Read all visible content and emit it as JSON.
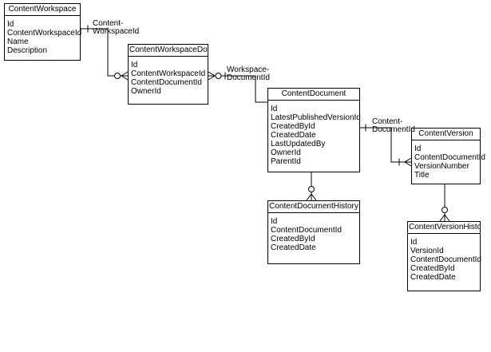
{
  "entities": [
    {
      "name": "ContentWorkspace",
      "fields": [
        "Id",
        "ContentWorkspaceId",
        "Name",
        "Description"
      ]
    },
    {
      "name": "ContentWorkspaceDoc",
      "fields": [
        "Id",
        "ContentWorkspaceId",
        "ContentDocumentId",
        "OwnerId"
      ]
    },
    {
      "name": "ContentDocument",
      "fields": [
        "Id",
        "LatestPublishedVersionId",
        "CreatedById",
        "CreatedDate",
        "LastUpdatedBy",
        "OwnerId",
        "ParentId"
      ]
    },
    {
      "name": "ContentVersion",
      "fields": [
        "Id",
        "ContentDocumentId",
        "VersionNumber",
        "Title"
      ]
    },
    {
      "name": "ContentDocumentHistory",
      "fields": [
        "Id",
        "ContentDocumentId",
        "CreatedById",
        "CreatedDate"
      ]
    },
    {
      "name": "ContentVersionHistory",
      "fields": [
        "Id",
        "VersionId",
        "ContentDocumentId",
        "CreatedById",
        "CreatedDate"
      ]
    }
  ],
  "relationships": [
    {
      "from": "ContentWorkspace",
      "to": "ContentWorkspaceDoc",
      "label_lines": [
        "Content-",
        "WorkspaceId"
      ],
      "from_cardinality": "one",
      "to_cardinality": "zero-or-many"
    },
    {
      "from": "ContentWorkspaceDoc",
      "to": "ContentDocument",
      "label_lines": [
        "Workspace-",
        "DocumentId"
      ],
      "from_cardinality": "zero-or-many",
      "to_cardinality": "one"
    },
    {
      "from": "ContentDocument",
      "to": "ContentVersion",
      "label_lines": [
        "Content-",
        "DocumentId"
      ],
      "from_cardinality": "one",
      "to_cardinality": "one-or-many"
    },
    {
      "from": "ContentDocument",
      "to": "ContentDocumentHistory",
      "label_lines": [],
      "from_cardinality": "one",
      "to_cardinality": "zero-or-many"
    },
    {
      "from": "ContentVersion",
      "to": "ContentVersionHistory",
      "label_lines": [],
      "from_cardinality": "one",
      "to_cardinality": "zero-or-many"
    }
  ],
  "colors": {
    "background": "#ffffff",
    "box_border": "#000000",
    "line": "#000000",
    "text": "#000000"
  }
}
